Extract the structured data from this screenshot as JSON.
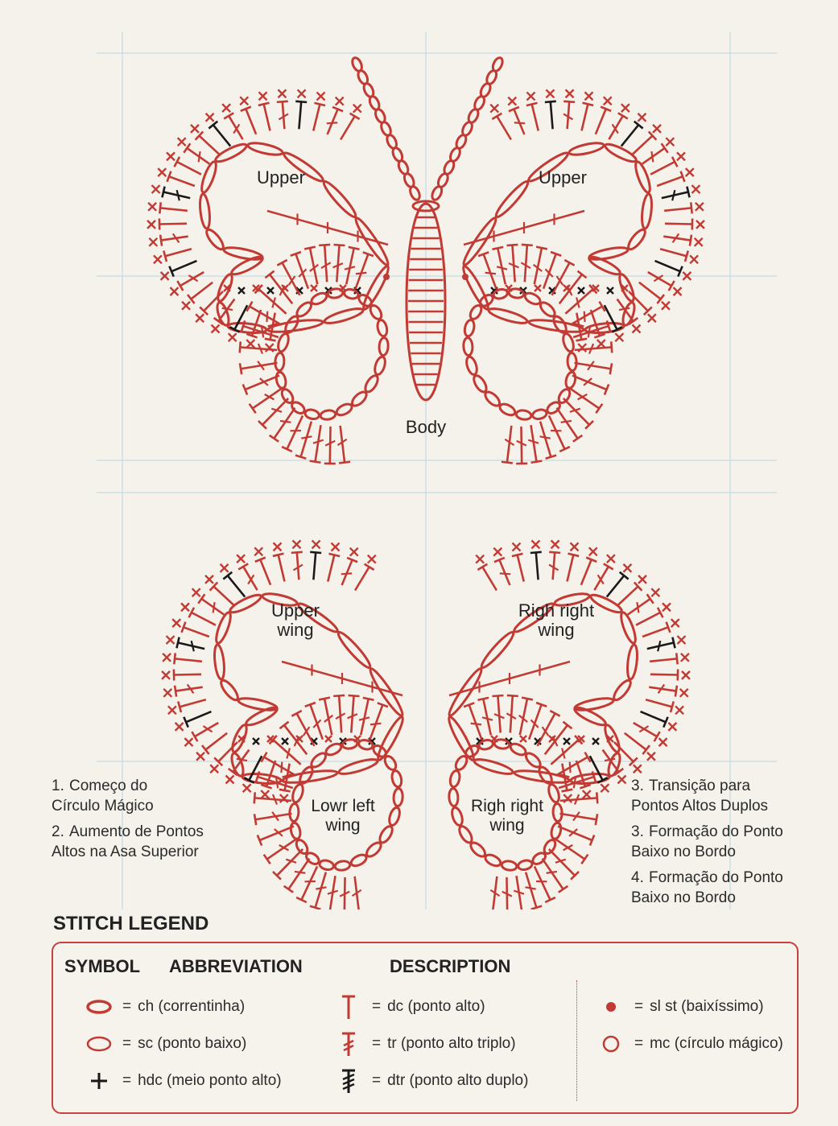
{
  "wing_labels": {
    "top_left": "Upper",
    "top_right": "Upper",
    "body": "Body",
    "bottom_upper_left_1": "Upper",
    "bottom_upper_left_2": "wing",
    "bottom_upper_right_1": "Righ right",
    "bottom_upper_right_2": "wing",
    "bottom_lower_left_1": "Lowr left",
    "bottom_lower_left_2": "wing",
    "bottom_lower_right_1": "Righ right",
    "bottom_lower_right_2": "wing"
  },
  "notes_left": [
    {
      "num": "1.",
      "text": "Começo do\nCírculo Mágico"
    },
    {
      "num": "2.",
      "text": "Aumento de Pontos\nAltos na Asa Superior"
    }
  ],
  "notes_right": [
    {
      "num": "3.",
      "text": "Transição para\nPontos Altos Duplos"
    },
    {
      "num": "3.",
      "text": "Formação do Ponto\nBaixo no Bordo"
    },
    {
      "num": "4.",
      "text": "Formação do Ponto\nBaixo no Bordo"
    }
  ],
  "legend": {
    "heading": "STITCH LEGEND",
    "col_symbol": "SYMBOL",
    "col_abbreviation": "ABBREVIATION",
    "col_description": "DESCRIPTION",
    "items": [
      {
        "icon": "chain-oval-icon",
        "text": "ch (correntinha)"
      },
      {
        "icon": "single-crochet-oval-icon",
        "text": "sc (ponto baixo)"
      },
      {
        "icon": "half-double-plus-icon",
        "text": "hdc (meio ponto alto)"
      },
      {
        "icon": "double-crochet-t-icon",
        "text": "dc (ponto alto)"
      },
      {
        "icon": "treble-crochet-icon",
        "text": "tr (ponto alto triplo)"
      },
      {
        "icon": "double-treble-icon",
        "text": "dtr (ponto alto duplo)"
      },
      {
        "icon": "slip-stitch-dot-icon",
        "text": "sl st  (baixíssimo)"
      },
      {
        "icon": "magic-circle-icon",
        "text": "mc (círculo mágico)"
      }
    ],
    "equals": "="
  },
  "colors": {
    "red": "#c23a34",
    "black": "#1a1a1a",
    "grid": "#b8d4e4",
    "background": "#f4f2ea"
  }
}
